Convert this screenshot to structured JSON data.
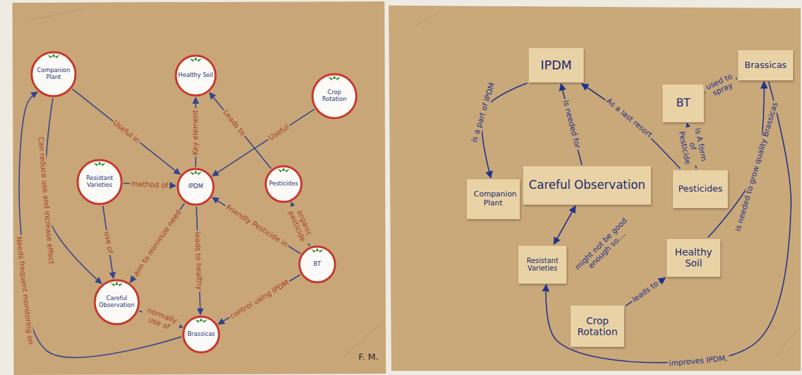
{
  "diagram": {
    "nodes": [
      {
        "text": [
          "Companion Plant"
        ]
      },
      {
        "text": [
          "Healthy Soil"
        ]
      },
      {
        "text": [
          "Crop Rotation"
        ]
      },
      {
        "text": [
          "Resistant Varieties"
        ]
      },
      {
        "text": [
          "IPDM"
        ]
      },
      {
        "text": [
          "Pesticides"
        ]
      },
      {
        "text": [
          "BT"
        ]
      },
      {
        "text": [
          "Careful Observation"
        ]
      },
      {
        "text": [
          "Brassicas"
        ]
      },
      {
        "text": [
          "IPDM"
        ]
      },
      {
        "text": [
          "BT"
        ]
      },
      {
        "text": [
          "Brassicas"
        ]
      },
      {
        "text": [
          "Companion Plant"
        ]
      },
      {
        "text": [
          "Careful Observation"
        ]
      },
      {
        "text": [
          "Pesticides"
        ]
      },
      {
        "text": [
          "Resistant Varieties"
        ]
      },
      {
        "text": [
          "Healthy Soil"
        ]
      },
      {
        "text": [
          "Crop Rotation"
        ]
      }
    ],
    "edges": [
      {
        "from": 0,
        "to": 4,
        "label": "Useful in",
        "arrow": "to"
      },
      {
        "from": 4,
        "to": 1,
        "label": "Key element",
        "arrow": "to"
      },
      {
        "from": 5,
        "to": 1,
        "label": "Leads to",
        "arrow": "to"
      },
      {
        "from": 2,
        "to": 4,
        "label": "Useful",
        "arrow": "to"
      },
      {
        "from": 3,
        "to": 4,
        "label": "method of",
        "arrow": "to"
      },
      {
        "from": 6,
        "to": 4,
        "label": "Friendly Pesticide in",
        "arrow": "to"
      },
      {
        "from": 6,
        "to": 5,
        "label": "organic pesticide",
        "arrow": "to"
      },
      {
        "from": 4,
        "to": 7,
        "label": "aim to minimize need",
        "arrow": "to"
      },
      {
        "from": 3,
        "to": 7,
        "label": "use of",
        "arrow": "to"
      },
      {
        "from": 0,
        "to": 7,
        "label": "Can reduce use and increase effect",
        "arrow": "to"
      },
      {
        "from": 4,
        "to": 8,
        "label": "leads to healthy",
        "arrow": "to"
      },
      {
        "from": 6,
        "to": 8,
        "label": "control using IPDM",
        "arrow": "to"
      },
      {
        "from": 7,
        "to": 8,
        "label": "normally use of",
        "arrow": "to"
      },
      {
        "from": 8,
        "to": 0,
        "label": "Needs frequent monitoring on",
        "arrow": "to"
      },
      {
        "from": 13,
        "to": 9,
        "label": "is needed for",
        "arrow": "to"
      },
      {
        "from": 9,
        "to": 12,
        "label": "is a part of IPDM",
        "arrow": "to"
      },
      {
        "from": 14,
        "to": 9,
        "label": "As a last resort",
        "arrow": "to"
      },
      {
        "from": 14,
        "to": 10,
        "label": "is A form of Pesticide",
        "arrow": "to"
      },
      {
        "from": 10,
        "to": 11,
        "label": "used to spray",
        "arrow": "to"
      },
      {
        "from": 16,
        "to": 11,
        "label": "is needed to grow quality Brassicas",
        "arrow": "to"
      },
      {
        "from": 17,
        "to": 16,
        "label": "leads to",
        "arrow": "to"
      },
      {
        "from": 15,
        "to": 13,
        "label": "might not be good enough so....",
        "arrow": "both"
      },
      {
        "from": 11,
        "to": 15,
        "label": "improves IPDM.",
        "arrow": "to"
      }
    ],
    "labels": [
      "F. M."
    ]
  }
}
